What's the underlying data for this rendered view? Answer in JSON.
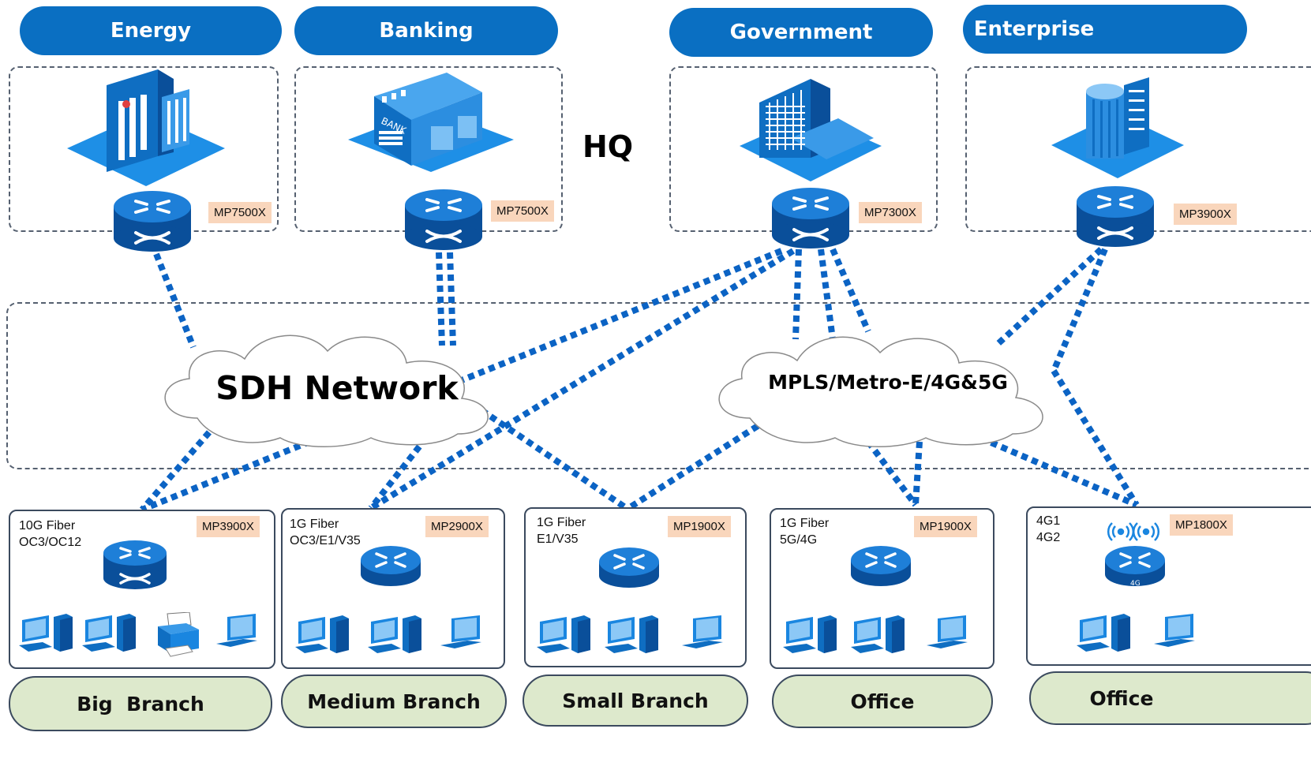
{
  "sectors": [
    {
      "label": "Energy",
      "model": "MP7500X"
    },
    {
      "label": "Banking",
      "model": "MP7500X"
    },
    {
      "label": "Government",
      "model": "MP7300X"
    },
    {
      "label": "Enterprise",
      "model": "MP3900X"
    }
  ],
  "hq_label": "HQ",
  "bank_sign": "BANK",
  "networks": [
    {
      "name": "SDH Network"
    },
    {
      "name": "MPLS/Metro-E/4G&5G"
    }
  ],
  "branches": [
    {
      "label": "Big  Branch",
      "model": "MP3900X",
      "spec": "10G Fiber\nOC3/OC12"
    },
    {
      "label": "Medium Branch",
      "model": "MP2900X",
      "spec": "1G Fiber\nOC3/E1/V35"
    },
    {
      "label": "Small Branch",
      "model": "MP1900X",
      "spec": "1G Fiber\nE1/V35"
    },
    {
      "label": "Office",
      "model": "MP1900X",
      "spec": "1G Fiber\n5G/4G"
    },
    {
      "label": "Office",
      "model": "MP1800X",
      "spec": "4G1\n4G2",
      "router_tag": "4G"
    }
  ],
  "colors": {
    "pill": "#0a6fc2",
    "link": "#0b63c4",
    "branch_label_bg": "#dde9cc",
    "model_tag_bg": "#f9d6bc",
    "icon": "#1a86e0"
  },
  "icons": [
    "building-icon",
    "bank-icon",
    "office-tower-icon",
    "glass-tower-icon",
    "router-icon",
    "wireless-router-icon",
    "desktop-pc-icon",
    "laptop-icon",
    "printer-icon",
    "cloud-icon"
  ]
}
